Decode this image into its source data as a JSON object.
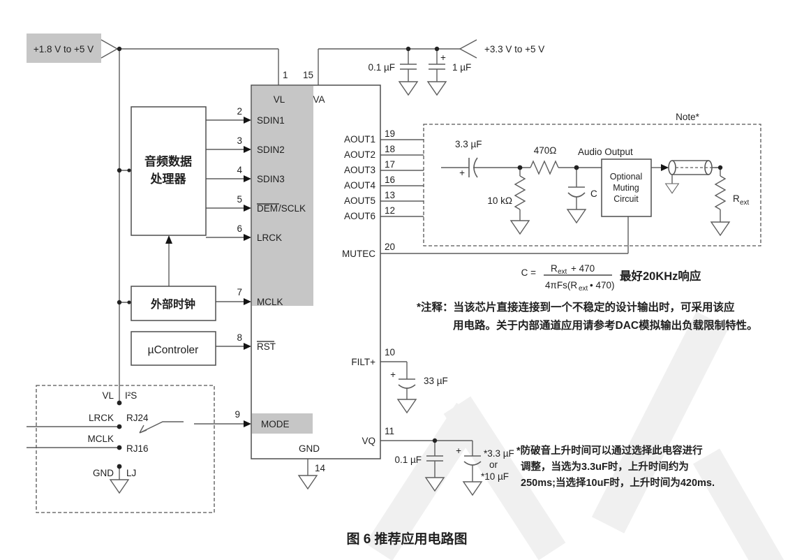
{
  "caption": "图 6 推荐应用电路图",
  "supply": {
    "vl": "+1.8 V to +5 V",
    "va": "+3.3 V to +5 V"
  },
  "ic": {
    "vl": {
      "pin": "1",
      "label": "VL"
    },
    "va": {
      "pin": "15",
      "label": "VA"
    },
    "sdin1": {
      "pin": "2",
      "label": "SDIN1"
    },
    "sdin2": {
      "pin": "3",
      "label": "SDIN2"
    },
    "sdin3": {
      "pin": "4",
      "label": "SDIN3"
    },
    "dem": {
      "pin": "5",
      "label_overlined": "DEM",
      "label_rest": "/SCLK"
    },
    "lrck": {
      "pin": "6",
      "label": "LRCK"
    },
    "mclk": {
      "pin": "7",
      "label": "MCLK"
    },
    "rst": {
      "pin": "8",
      "label": "RST"
    },
    "mode": {
      "pin": "9",
      "label": "MODE"
    },
    "gnd": {
      "pin": "14",
      "label": "GND"
    },
    "aout1": {
      "pin": "19",
      "label": "AOUT1"
    },
    "aout2": {
      "pin": "18",
      "label": "AOUT2"
    },
    "aout3": {
      "pin": "17",
      "label": "AOUT3"
    },
    "aout4": {
      "pin": "16",
      "label": "AOUT4"
    },
    "aout5": {
      "pin": "13",
      "label": "AOUT5"
    },
    "aout6": {
      "pin": "12",
      "label": "AOUT6"
    },
    "mutec": {
      "pin": "20",
      "label": "MUTEC"
    },
    "filt": {
      "pin": "10",
      "label": "FILT+"
    },
    "vq": {
      "pin": "11",
      "label": "VQ"
    }
  },
  "blocks": {
    "audio_processor": {
      "line1": "音频数据",
      "line2": "处理器"
    },
    "ext_clock": "外部时钟",
    "mcu": "µControler"
  },
  "mode_switch": {
    "vl": "VL",
    "i2s": "I²S",
    "lrck": "LRCK",
    "rj24": "RJ24",
    "mclk": "MCLK",
    "rj16": "RJ16",
    "gnd": "GND",
    "lj": "LJ"
  },
  "decoupling": {
    "va_c1": "0.1 µF",
    "va_c2": "1 µF",
    "va_c2_plus": "+",
    "filt_plus": "+",
    "filt_c": "33 µF",
    "vq_c1": "0.1 µF",
    "vq_c2_plus": "+",
    "vq_c2_opt1": "*3.3 µF",
    "vq_c2_or": "or",
    "vq_c2_opt2": "*10 µF"
  },
  "note_box": {
    "title": "Note*",
    "cin": "3.3 µF",
    "cin_plus": "+",
    "r_series": "470Ω",
    "r_shunt": "10 kΩ",
    "c": "C",
    "audio_output": "Audio Output",
    "muting": {
      "line1": "Optional",
      "line2": "Muting",
      "line3": "Circuit"
    },
    "rext": {
      "base": "R",
      "sub": "ext"
    }
  },
  "formula": {
    "lhs": "C =",
    "num_base": "R",
    "num_sub": "ext",
    "num_rest": "+ 470",
    "den_pre": "4πFs(R",
    "den_sub": "ext",
    "den_rest": "• 470)",
    "annotation": "最好20KHz响应"
  },
  "notes": {
    "app_note_line1": "*注释：当该芯片直接连接到一个不稳定的设计输出时，可采用该应",
    "app_note_line2": "用电路。关于内部通道应用请参考DAC模拟输出负载限制特性。",
    "vq_note_line1": "*防破音上升时间可以通过选择此电容进行",
    "vq_note_line2": "调整，当选为3.3uF时，上升时间约为",
    "vq_note_line3": "250ms;当选择10uF时，上升时间为420ms."
  }
}
